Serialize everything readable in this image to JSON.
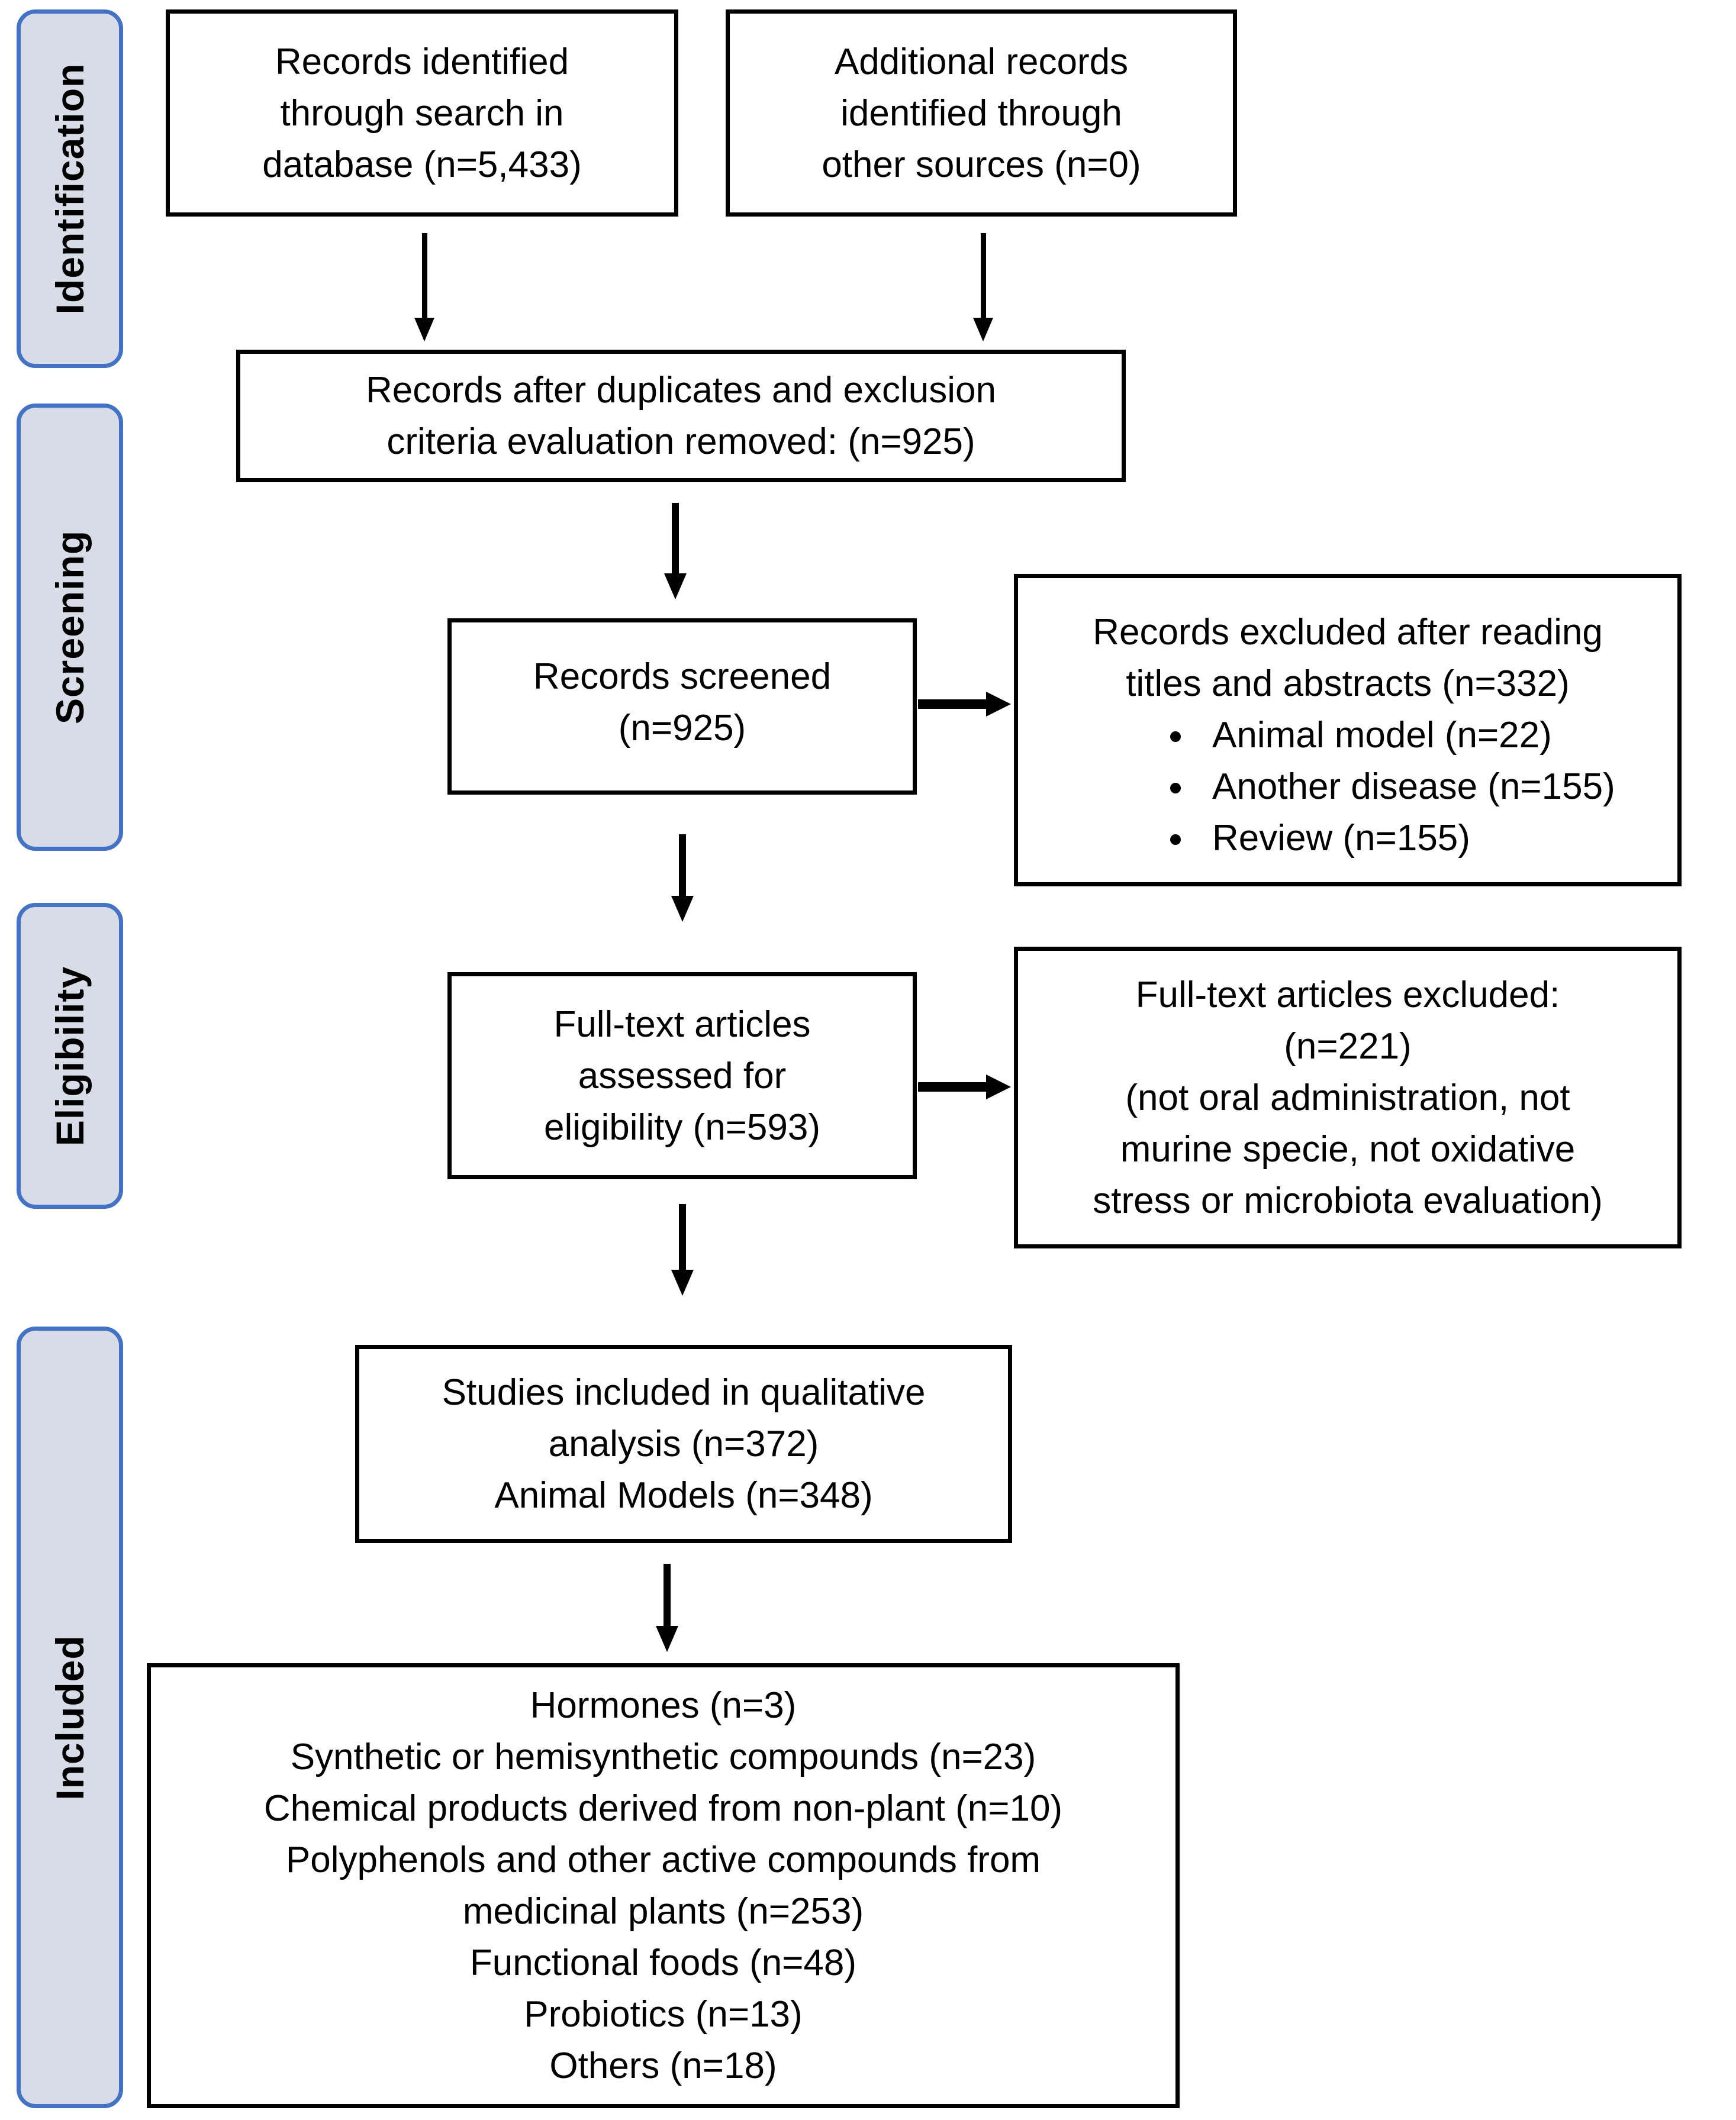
{
  "figure": {
    "type": "prisma-flow-diagram"
  },
  "colors": {
    "background": "#ffffff",
    "box_border": "#000000",
    "box_fill": "#ffffff",
    "text": "#000000",
    "arrow": "#000000",
    "stage_border": "#4472c4",
    "stage_fill": "#d7dce6"
  },
  "sidebar": {
    "stages": [
      {
        "label": "Identification"
      },
      {
        "label": "Screening"
      },
      {
        "label": "Eligibility"
      },
      {
        "label": "Included"
      }
    ]
  },
  "boxes": {
    "records_identified": {
      "lines": [
        "Records identified",
        "through search in",
        "database (n=5,433)"
      ]
    },
    "additional_records": {
      "lines": [
        "Additional records",
        "identified through",
        "other sources (n=0)"
      ]
    },
    "after_duplicates": {
      "lines": [
        "Records after duplicates and exclusion",
        "criteria evaluation removed: (n=925)"
      ]
    },
    "records_screened": {
      "lines": [
        "Records screened",
        "(n=925)"
      ]
    },
    "records_excluded": {
      "title_lines": [
        "Records excluded after reading",
        "titles and abstracts (n=332)"
      ],
      "bullets": [
        "Animal model (n=22)",
        "Another disease (n=155)",
        "Review (n=155)"
      ]
    },
    "fulltext_assessed": {
      "lines": [
        "Full-text articles",
        "assessed for",
        "eligibility (n=593)"
      ]
    },
    "fulltext_excluded": {
      "lines": [
        "Full-text articles excluded:",
        "(n=221)",
        "(not oral administration, not",
        "murine specie, not oxidative",
        "stress or microbiota evaluation)"
      ]
    },
    "qualitative_included": {
      "lines": [
        "Studies included in qualitative",
        "analysis (n=372)",
        "Animal Models (n=348)"
      ]
    },
    "categories": {
      "lines": [
        "Hormones (n=3)",
        "Synthetic or hemisynthetic compounds (n=23)",
        "Chemical products derived from non-plant (n=10)",
        "Polyphenols and other active compounds from",
        "medicinal plants (n=253)",
        "Functional foods (n=48)",
        "Probiotics (n=13)",
        "Others (n=18)"
      ]
    }
  }
}
